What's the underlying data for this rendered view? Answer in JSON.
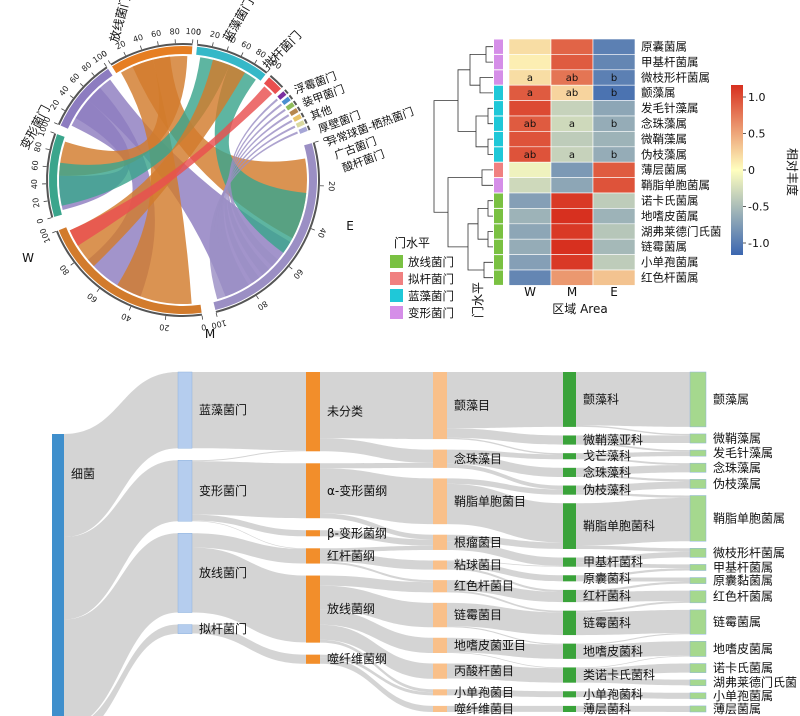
{
  "chart_data": [
    {
      "type": "chord",
      "groups": [
        {
          "label": "放线菌门",
          "color": "#e67e22"
        },
        {
          "label": "蓝藻菌门",
          "color": "#35b8c8"
        },
        {
          "label": "拟杆菌门",
          "color": "#e94f4f"
        },
        {
          "label": "浮霉菌门",
          "color": "#7b2fa0"
        },
        {
          "label": "装甲菌门",
          "color": "#4a8fd0"
        },
        {
          "label": "其他",
          "color": "#8fbc5a"
        },
        {
          "label": "厚壁菌门",
          "color": "#b5874e"
        },
        {
          "label": "异常球菌-栖热菌门",
          "color": "#e8c46a"
        },
        {
          "label": "广古菌门",
          "color": "#d9d9a0"
        },
        {
          "label": "酸杆菌门",
          "color": "#a6a6d6"
        },
        {
          "label": "E",
          "color": "#9b8fc4"
        },
        {
          "label": "M",
          "color": "#d27b2c"
        },
        {
          "label": "W",
          "color": "#3aa58c"
        },
        {
          "label": "变形菌门",
          "color": "#8d7cc0"
        }
      ],
      "ticks": [
        "0",
        "20",
        "40",
        "60",
        "80",
        "100"
      ]
    },
    {
      "type": "heatmap",
      "rows": [
        "原囊菌属",
        "甲基杆菌属",
        "微枝形杆菌属",
        "颤藻属",
        "发毛针藻属",
        "念珠藻属",
        "微鞘藻属",
        "伪枝藻属",
        "薄层菌属",
        "鞘脂单胞菌属",
        "诺卡氏菌属",
        "地嗜皮菌属",
        "湖弗莱德门氏菌",
        "链霉菌属",
        "小单孢菌属",
        "红色杆菌属"
      ],
      "columns": [
        "W",
        "M",
        "E"
      ],
      "xlabel": "区域 Area",
      "colorbar_label": "相对丰度",
      "colorbar_ticks": [
        "1.0",
        "0.5",
        "0",
        "-0.5",
        "-1.0"
      ],
      "annotations": [
        {
          "row": 2,
          "cells": [
            "a",
            "ab",
            "b"
          ]
        },
        {
          "row": 3,
          "cells": [
            "a",
            "ab",
            "b"
          ]
        },
        {
          "row": 5,
          "cells": [
            "ab",
            "a",
            "b"
          ]
        },
        {
          "row": 7,
          "cells": [
            "ab",
            "a",
            "b"
          ]
        }
      ],
      "row_phylum": [
        "变形菌门",
        "变形菌门",
        "变形菌门",
        "蓝藻菌门",
        "蓝藻菌门",
        "蓝藻菌门",
        "蓝藻菌门",
        "蓝藻菌门",
        "拟杆菌门",
        "变形菌门",
        "放线菌门",
        "放线菌门",
        "放线菌门",
        "放线菌门",
        "放线菌门",
        "放线菌门"
      ],
      "values": [
        [
          0.2,
          0.9,
          -1.0
        ],
        [
          0.1,
          0.95,
          -0.95
        ],
        [
          0.2,
          0.8,
          -1.0
        ],
        [
          0.95,
          0.25,
          -1.1
        ],
        [
          1.05,
          -0.35,
          -0.7
        ],
        [
          0.95,
          -0.3,
          -0.65
        ],
        [
          1.0,
          -0.4,
          -0.6
        ],
        [
          1.0,
          -0.35,
          -0.65
        ],
        [
          -0.1,
          -0.8,
          0.95
        ],
        [
          -0.3,
          -0.7,
          1.0
        ],
        [
          -0.75,
          1.15,
          -0.4
        ],
        [
          -0.6,
          1.2,
          -0.6
        ],
        [
          -0.7,
          1.15,
          -0.45
        ],
        [
          -0.65,
          1.2,
          -0.55
        ],
        [
          -0.75,
          1.15,
          -0.4
        ],
        [
          -0.95,
          0.6,
          0.35
        ]
      ],
      "legend_title": "门水平",
      "legend_items": [
        {
          "label": "放线菌门",
          "color": "#7ac142"
        },
        {
          "label": "拟杆菌门",
          "color": "#f08080"
        },
        {
          "label": "蓝藻菌门",
          "color": "#1fc8d8"
        },
        {
          "label": "变形菌门",
          "color": "#d58ee8"
        }
      ],
      "side_label": "门水平",
      "colorscale": [
        "#3b66b0",
        "#ffffbf",
        "#d7301f"
      ]
    },
    {
      "type": "sankey",
      "levels": [
        {
          "color": "#3f8fcc",
          "nodes": [
            {
              "label": "细菌",
              "value": 100
            }
          ]
        },
        {
          "color": "#b5cdee",
          "nodes": [
            {
              "label": "蓝藻菌门",
              "value": 25
            },
            {
              "label": "变形菌门",
              "value": 20
            },
            {
              "label": "放线菌门",
              "value": 26
            },
            {
              "label": "拟杆菌门",
              "value": 3
            }
          ]
        },
        {
          "color": "#f28e2b",
          "nodes": [
            {
              "label": "未分类",
              "value": 26
            },
            {
              "label": "α-变形菌纲",
              "value": 18
            },
            {
              "label": "β-变形菌纲",
              "value": 2
            },
            {
              "label": "红杆菌纲",
              "value": 5
            },
            {
              "label": "放线菌纲",
              "value": 22
            },
            {
              "label": "噬纤维菌纲",
              "value": 3
            }
          ]
        },
        {
          "color": "#f9c08a",
          "nodes": [
            {
              "label": "颤藻目",
              "value": 22
            },
            {
              "label": "念珠藻目",
              "value": 6
            },
            {
              "label": "鞘脂单胞菌目",
              "value": 15
            },
            {
              "label": "根瘤菌目",
              "value": 5
            },
            {
              "label": "粘球菌目",
              "value": 3
            },
            {
              "label": "红色杆菌目",
              "value": 4
            },
            {
              "label": "链霉菌目",
              "value": 8
            },
            {
              "label": "地嗜皮菌亚目",
              "value": 5
            },
            {
              "label": "丙酸杆菌目",
              "value": 5
            },
            {
              "label": "小单孢菌目",
              "value": 2
            },
            {
              "label": "噬纤维菌目",
              "value": 2
            }
          ]
        },
        {
          "color": "#3aa33a",
          "nodes": [
            {
              "label": "颤藻科",
              "value": 18
            },
            {
              "label": "微鞘藻亚科",
              "value": 3
            },
            {
              "label": "戈芒藻科",
              "value": 2
            },
            {
              "label": "念珠藻科",
              "value": 3
            },
            {
              "label": "伪枝藻科",
              "value": 3
            },
            {
              "label": "鞘脂单胞菌科",
              "value": 15
            },
            {
              "label": "甲基杆菌科",
              "value": 3
            },
            {
              "label": "原囊菌科",
              "value": 2
            },
            {
              "label": "红杆菌科",
              "value": 4
            },
            {
              "label": "链霉菌科",
              "value": 8
            },
            {
              "label": "地嗜皮菌科",
              "value": 5
            },
            {
              "label": "类诺卡氏菌科",
              "value": 5
            },
            {
              "label": "小单孢菌科",
              "value": 2
            },
            {
              "label": "薄层菌科",
              "value": 2
            }
          ]
        },
        {
          "color": "#a5d88e",
          "nodes": [
            {
              "label": "颤藻属",
              "value": 18
            },
            {
              "label": "微鞘藻属",
              "value": 3
            },
            {
              "label": "发毛针藻属",
              "value": 2
            },
            {
              "label": "念珠藻属",
              "value": 3
            },
            {
              "label": "伪枝藻属",
              "value": 3
            },
            {
              "label": "鞘脂单胞菌属",
              "value": 15
            },
            {
              "label": "微枝形杆菌属",
              "value": 3
            },
            {
              "label": "甲基杆菌属",
              "value": 2
            },
            {
              "label": "原囊黏菌属",
              "value": 2
            },
            {
              "label": "红色杆菌属",
              "value": 4
            },
            {
              "label": "链霉菌属",
              "value": 8
            },
            {
              "label": "地嗜皮菌属",
              "value": 5
            },
            {
              "label": "诺卡氏菌属",
              "value": 3
            },
            {
              "label": "湖弗莱德门氏菌",
              "value": 2
            },
            {
              "label": "小单孢菌属",
              "value": 2
            },
            {
              "label": "薄层菌属",
              "value": 2
            }
          ]
        }
      ],
      "link_color": "#cccccc"
    }
  ]
}
